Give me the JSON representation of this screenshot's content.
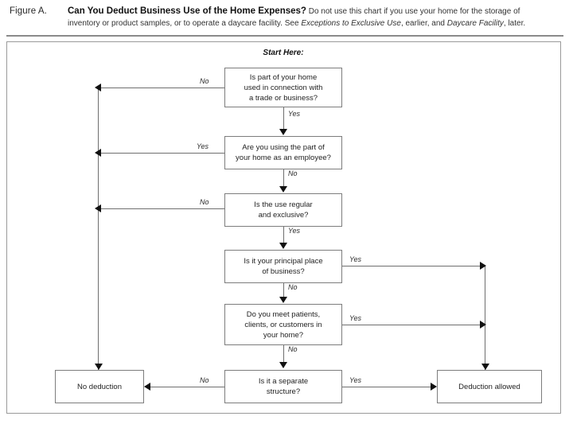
{
  "header": {
    "figure_label": "Figure A.",
    "title": "Can You Deduct Business Use of the Home Expenses?",
    "intro_after_title": " Do not use this chart if you use your home for the storage of",
    "line2_a": "inventory or product samples, or to operate a daycare facility. ",
    "line2_see": "See ",
    "line2_ital1": "Exceptions to Exclusive Use",
    "line2_b": ", earlier, and ",
    "line2_ital2": "Daycare Facility",
    "line2_c": ", later."
  },
  "chart_data": {
    "type": "flowchart",
    "start_label": "Start Here:",
    "nodes": [
      {
        "id": "q1",
        "text": "Is part of your home used in connection with a trade or business?",
        "kind": "decision"
      },
      {
        "id": "q2",
        "text": "Are you using the part of your home as an employee?",
        "kind": "decision"
      },
      {
        "id": "q3",
        "text": "Is the use regular and exclusive?",
        "kind": "decision"
      },
      {
        "id": "q4",
        "text": "Is it your principal place of business?",
        "kind": "decision"
      },
      {
        "id": "q5",
        "text": "Do you meet patients, clients, or customers in your home?",
        "kind": "decision"
      },
      {
        "id": "q6",
        "text": "Is it a separate structure?",
        "kind": "decision"
      },
      {
        "id": "no-deduction",
        "text": "No deduction",
        "kind": "terminal"
      },
      {
        "id": "deduction-allowed",
        "text": "Deduction allowed",
        "kind": "terminal"
      }
    ],
    "node_text_lines": {
      "q1": [
        "Is part of your home",
        "used in connection with",
        "a trade or business?"
      ],
      "q2": [
        "Are you using the part of",
        "your home as an employee?"
      ],
      "q3": [
        "Is the use regular",
        "and exclusive?"
      ],
      "q4": [
        "Is it your principal place",
        "of business?"
      ],
      "q5": [
        "Do you meet patients,",
        "clients, or customers in",
        "your home?"
      ],
      "q6": [
        "Is it a separate",
        "structure?"
      ],
      "no_deduction": "No deduction",
      "deduction_allowed": "Deduction allowed"
    },
    "edges": [
      {
        "from": "q1",
        "to": "no-deduction",
        "label": "No",
        "direction": "left"
      },
      {
        "from": "q1",
        "to": "q2",
        "label": "Yes",
        "direction": "down"
      },
      {
        "from": "q2",
        "to": "no-deduction",
        "label": "Yes",
        "direction": "left"
      },
      {
        "from": "q2",
        "to": "q3",
        "label": "No",
        "direction": "down"
      },
      {
        "from": "q3",
        "to": "no-deduction",
        "label": "No",
        "direction": "left"
      },
      {
        "from": "q3",
        "to": "q4",
        "label": "Yes",
        "direction": "down"
      },
      {
        "from": "q4",
        "to": "deduction-allowed",
        "label": "Yes",
        "direction": "right"
      },
      {
        "from": "q4",
        "to": "q5",
        "label": "No",
        "direction": "down"
      },
      {
        "from": "q5",
        "to": "deduction-allowed",
        "label": "Yes",
        "direction": "right"
      },
      {
        "from": "q5",
        "to": "q6",
        "label": "No",
        "direction": "down"
      },
      {
        "from": "q6",
        "to": "no-deduction",
        "label": "No",
        "direction": "left"
      },
      {
        "from": "q6",
        "to": "deduction-allowed",
        "label": "Yes",
        "direction": "right"
      }
    ],
    "edge_labels": {
      "q1_no": "No",
      "q1_yes": "Yes",
      "q2_yes": "Yes",
      "q2_no": "No",
      "q3_no": "No",
      "q3_yes": "Yes",
      "q4_yes": "Yes",
      "q4_no": "No",
      "q5_yes": "Yes",
      "q5_no": "No",
      "q6_no": "No",
      "q6_yes": "Yes"
    },
    "colors": {
      "box_border": "#7d7d7d",
      "connector": "#6f6f6f",
      "arrowhead": "#111111",
      "frame": "#9a9a9a",
      "background": "#ffffff"
    }
  }
}
